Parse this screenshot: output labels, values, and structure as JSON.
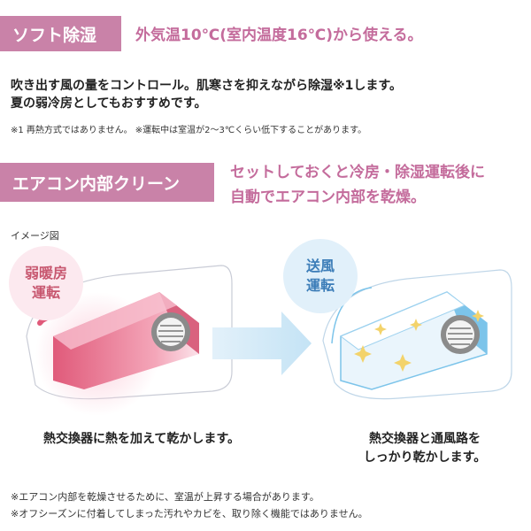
{
  "section1": {
    "tag": "ソフト除湿",
    "lead": "外気温10℃(室内温度16℃)から使える。",
    "body_line1": "吹き出す風の量をコントロール。肌寒さを抑えながら除湿※1します。",
    "body_line2": "夏の弱冷房としてもおすすめです。",
    "note": "※1 再熱方式ではありません。 ※運転中は室温が2〜3℃くらい低下することがあります。"
  },
  "section2": {
    "tag": "エアコン内部クリーン",
    "lead_line1": "セットしておくと冷房・除湿運転後に",
    "lead_line2": "自動でエアコン内部を乾燥。"
  },
  "illustration": {
    "image_label": "イメージ図",
    "left_bubble_line1": "弱暖房",
    "left_bubble_line2": "運転",
    "right_bubble_line1": "送風",
    "right_bubble_line2": "運転",
    "left_caption": "熱交換器に熱を加えて乾かします。",
    "right_caption_line1": "熱交換器と通風路を",
    "right_caption_line2": "しっかり乾かします。"
  },
  "footnotes": {
    "line1": "※エアコン内部を乾燥させるために、室温が上昇する場合があります。",
    "line2": "※オフシーズンに付着してしまった汚れやカビを、取り除く機能ではありません。"
  },
  "colors": {
    "tag_bg": "#c982a8",
    "lead_text": "#c46c9c",
    "heat_pink": "#e05a7a",
    "cool_blue": "#7cc4ea",
    "arrow_blue": "#cfe8f7"
  }
}
